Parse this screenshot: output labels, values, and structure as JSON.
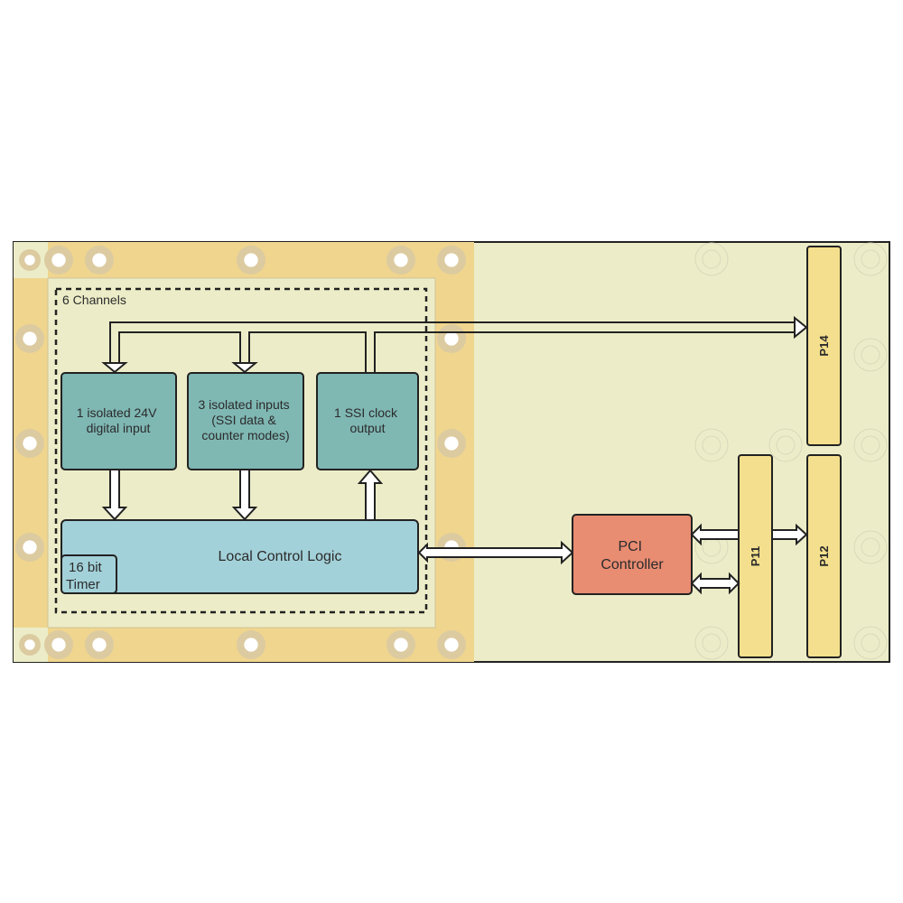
{
  "diagram": {
    "colors": {
      "board": "#ecedc8",
      "frame": "#f0d58e",
      "pad_ring": "#dccba0",
      "block_io": "#7fb7b3",
      "block_logic": "#a3d1d9",
      "block_pci": "#e88c72",
      "connector": "#f3df8d",
      "outline": "#222222"
    },
    "group_label": "6 Channels",
    "blocks": {
      "digital_input": [
        "1 isolated 24V",
        "digital input"
      ],
      "isolated_inputs": [
        "3 isolated inputs",
        "(SSI data &",
        "counter modes)"
      ],
      "ssi_clock": [
        "1 SSI clock",
        "output"
      ],
      "local_control_logic": "Local Control Logic",
      "timer": [
        "16 bit",
        "Timer"
      ],
      "pci_controller": [
        "PCI",
        "Controller"
      ]
    },
    "connectors": {
      "p14": "P14",
      "p11": "P11",
      "p12": "P12"
    }
  }
}
